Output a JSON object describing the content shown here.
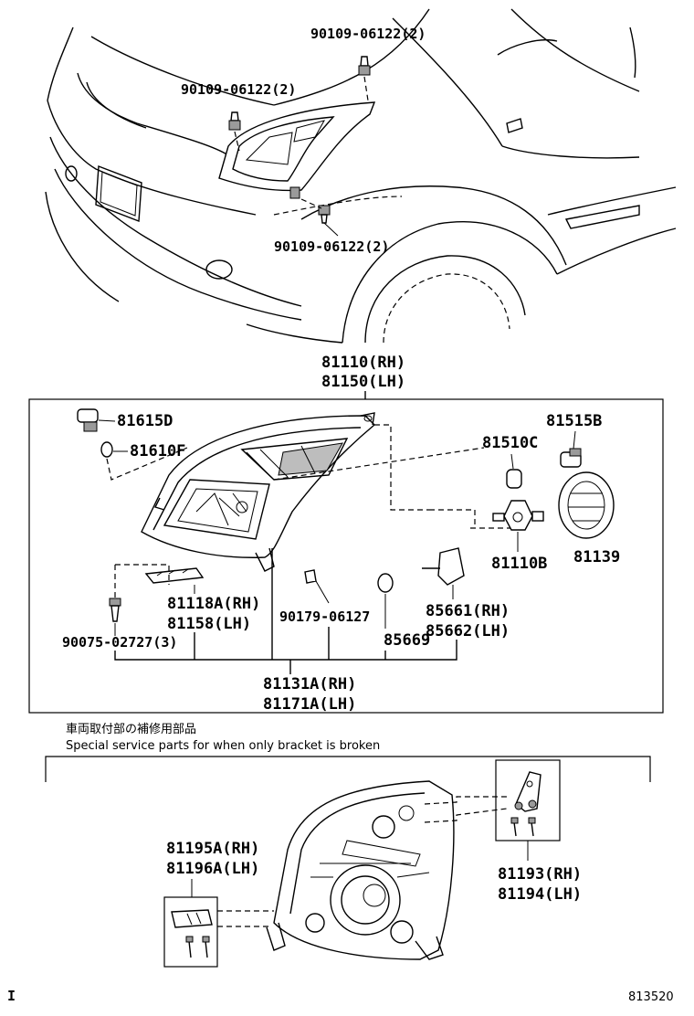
{
  "labels": {
    "bolt_top": "90109-06122(2)",
    "bolt_left": "90109-06122(2)",
    "bolt_bottom": "90109-06122(2)",
    "assy_rh": "81110(RH)",
    "assy_lh": "81150(LH)",
    "p81615D": "81615D",
    "p81610F": "81610F",
    "p81515B": "81515B",
    "p81510C": "81510C",
    "p81110B": "81110B",
    "p81139": "81139",
    "p81118A_rh": "81118A(RH)",
    "p81158_lh": "81158(LH)",
    "p90179": "90179-06127",
    "p85661_rh": "85661(RH)",
    "p85662_lh": "85662(LH)",
    "p85669": "85669",
    "p90075": "90075-02727(3)",
    "p81131A_rh": "81131A(RH)",
    "p81171A_lh": "81171A(LH)",
    "p81195A_rh": "81195A(RH)",
    "p81196A_lh": "81196A(LH)",
    "p81193_rh": "81193(RH)",
    "p81194_lh": "81194(LH)"
  },
  "notes": {
    "jp": "車両取付部の補修用部品",
    "en": "Special service parts for when only bracket is broken"
  },
  "footer": {
    "left_mark": "I",
    "figure_id": "813520"
  }
}
